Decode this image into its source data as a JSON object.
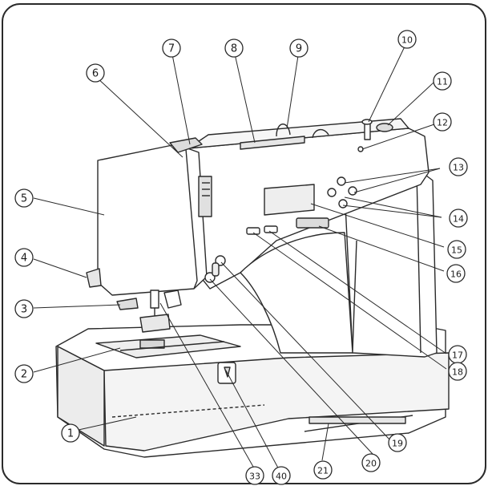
{
  "callouts": [
    {
      "id": "c1",
      "label": "1"
    },
    {
      "id": "c2",
      "label": "2"
    },
    {
      "id": "c3",
      "label": "3"
    },
    {
      "id": "c4",
      "label": "4"
    },
    {
      "id": "c5",
      "label": "5"
    },
    {
      "id": "c6",
      "label": "6"
    },
    {
      "id": "c7",
      "label": "7"
    },
    {
      "id": "c8",
      "label": "8"
    },
    {
      "id": "c9",
      "label": "9"
    },
    {
      "id": "c10",
      "label": "10"
    },
    {
      "id": "c11",
      "label": "11"
    },
    {
      "id": "c12",
      "label": "12"
    },
    {
      "id": "c13",
      "label": "13"
    },
    {
      "id": "c14",
      "label": "14"
    },
    {
      "id": "c15",
      "label": "15"
    },
    {
      "id": "c16",
      "label": "16"
    },
    {
      "id": "c17",
      "label": "17"
    },
    {
      "id": "c18",
      "label": "18"
    },
    {
      "id": "c19",
      "label": "19"
    },
    {
      "id": "c20",
      "label": "20"
    },
    {
      "id": "c21",
      "label": "21"
    },
    {
      "id": "c33",
      "label": "33"
    },
    {
      "id": "c40",
      "label": "40"
    }
  ],
  "colors": {
    "stroke": "#2a2a2a",
    "fill": "#ffffff",
    "shade": "#e6e6e6"
  }
}
